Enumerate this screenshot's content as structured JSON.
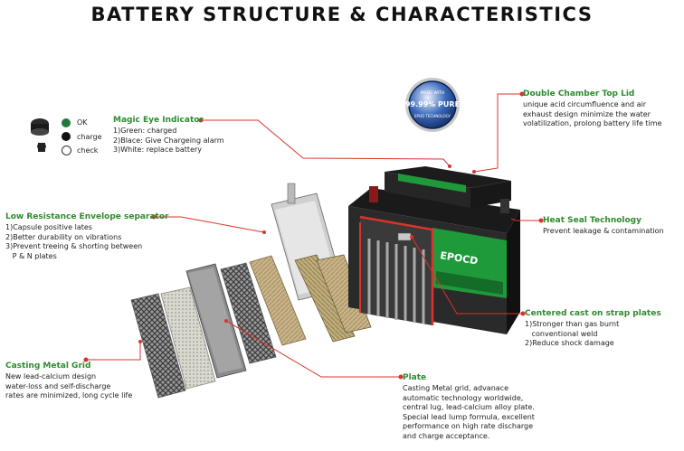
{
  "title": "BATTERY STRUCTURE & CHARACTERISTICS",
  "badge": {
    "top": "MADE WITH",
    "main": "99.99% PURE",
    "bottom": "EPOD TECHNOLOGY"
  },
  "brand": "EPOCD",
  "legend": [
    {
      "label": "OK",
      "color": "#1f7a3a"
    },
    {
      "label": "charge",
      "color": "#111111"
    },
    {
      "label": "check",
      "color": "#ffffff"
    }
  ],
  "callouts": {
    "magic_eye": {
      "heading": "Magic Eye Indicator",
      "lines": "1)Green: charged\n2)Blace: Give Chargeing alarm\n3)White: replace battery"
    },
    "double_chamber": {
      "heading": "Double Chamber Top Lid",
      "lines": "unique acid circumfluence and air\nexhaust design minimize the water\nvolatilization, prolong battery life time"
    },
    "low_resistance": {
      "heading": "Low Resistance Envelope separator",
      "lines": "1)Capsule positive lates\n2)Better durability on vibrations\n3)Prevent treeing & shorting between\n   P & N plates"
    },
    "heat_seal": {
      "heading": "Heat Seal Technology",
      "lines": "Prevent leakage & contamination"
    },
    "centered_cast": {
      "heading": "Centered cast on strap plates",
      "lines": "1)Stronger than gas burnt\n   conventional weld\n2)Reduce shock damage"
    },
    "casting_grid": {
      "heading": "Casting Metal Grid",
      "lines": "New lead-calcium design\nwater-loss and self-discharge\nrates are minimized, long cycle life"
    },
    "plate": {
      "heading": "Plate",
      "lines": "Casting Metal grid, advanace\nautomatic technology worldwide,\ncentral lug, lead-calcium alloy plate.\nSpecial lead lump formula, excellent\nperformance on high rate discharge\nand charge acceptance."
    }
  },
  "colors": {
    "accent": "#2e8b2e",
    "leader": "#d9342b",
    "battery_green": "#1f9a3a"
  }
}
